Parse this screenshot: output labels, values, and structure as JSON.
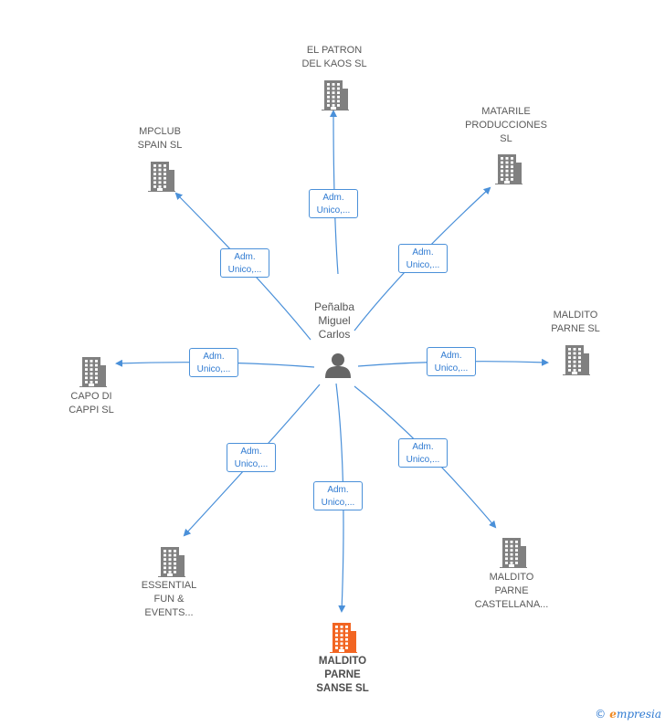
{
  "diagram": {
    "center": {
      "label": "Peñalba\nMiguel\nCarlos",
      "icon": "person-icon"
    },
    "companies": [
      {
        "id": "el-patron",
        "label": "EL PATRON\nDEL KAOS  SL",
        "color": "#808080",
        "main": false
      },
      {
        "id": "matarile",
        "label": "MATARILE\nPRODUCCIONES\nSL",
        "color": "#808080",
        "main": false
      },
      {
        "id": "maldito-parne",
        "label": "MALDITO\nPARNE  SL",
        "color": "#808080",
        "main": false
      },
      {
        "id": "maldito-parne-castellana",
        "label": "MALDITO\nPARNE\nCASTELLANA...",
        "color": "#808080",
        "main": false
      },
      {
        "id": "maldito-parne-sanse",
        "label": "MALDITO\nPARNE\nSANSE  SL",
        "color": "#f26522",
        "main": true
      },
      {
        "id": "essential-fun",
        "label": "ESSENTIAL\nFUN &\nEVENTS...",
        "color": "#808080",
        "main": false
      },
      {
        "id": "capo-di-cappi",
        "label": "CAPO DI\nCAPPI  SL",
        "color": "#808080",
        "main": false
      },
      {
        "id": "mpclub",
        "label": "MPCLUB\nSPAIN  SL",
        "color": "#808080",
        "main": false
      }
    ],
    "edge_label": "Adm.\nUnico,...",
    "edge_color": "#4a90d9"
  },
  "footer": {
    "copyright": "©",
    "brand_initial": "e",
    "brand_rest": "mpresia"
  }
}
